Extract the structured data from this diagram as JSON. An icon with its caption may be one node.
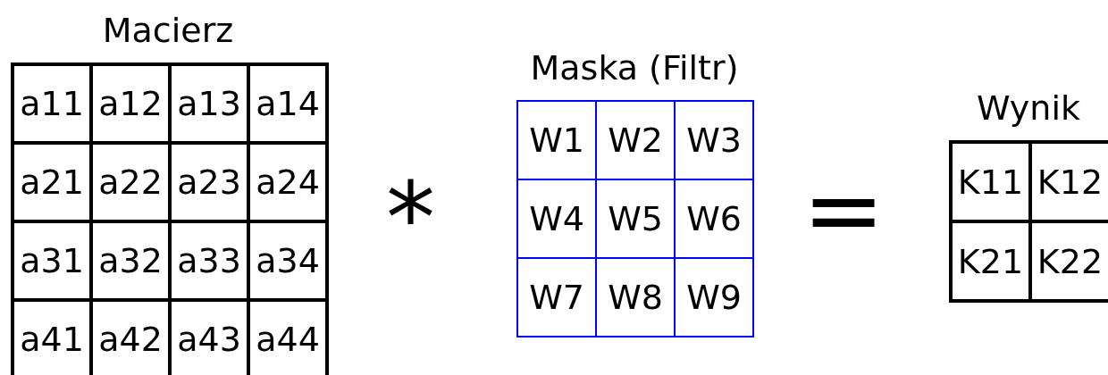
{
  "diagram": {
    "nodes": [
      {
        "text": [
          "Macierz"
        ]
      },
      {
        "text": [
          "a11"
        ],
        "in": 0
      },
      {
        "text": [
          "a12"
        ],
        "in": 0
      },
      {
        "text": [
          "a13"
        ],
        "in": 0
      },
      {
        "text": [
          "a14"
        ],
        "in": 0
      },
      {
        "text": [
          "a21"
        ],
        "in": 0
      },
      {
        "text": [
          "a22"
        ],
        "in": 0
      },
      {
        "text": [
          "a23"
        ],
        "in": 0
      },
      {
        "text": [
          "a24"
        ],
        "in": 0
      },
      {
        "text": [
          "a31"
        ],
        "in": 0
      },
      {
        "text": [
          "a32"
        ],
        "in": 0
      },
      {
        "text": [
          "a33"
        ],
        "in": 0
      },
      {
        "text": [
          "a34"
        ],
        "in": 0
      },
      {
        "text": [
          "a41"
        ],
        "in": 0
      },
      {
        "text": [
          "a42"
        ],
        "in": 0
      },
      {
        "text": [
          "a43"
        ],
        "in": 0
      },
      {
        "text": [
          "a44"
        ],
        "in": 0
      },
      {
        "text": [
          "Maska (Filtr)"
        ]
      },
      {
        "text": [
          "W1"
        ],
        "in": 17
      },
      {
        "text": [
          "W2"
        ],
        "in": 17
      },
      {
        "text": [
          "W3"
        ],
        "in": 17
      },
      {
        "text": [
          "W4"
        ],
        "in": 17
      },
      {
        "text": [
          "W5"
        ],
        "in": 17
      },
      {
        "text": [
          "W6"
        ],
        "in": 17
      },
      {
        "text": [
          "W7"
        ],
        "in": 17
      },
      {
        "text": [
          "W8"
        ],
        "in": 17
      },
      {
        "text": [
          "W9"
        ],
        "in": 17
      },
      {
        "text": [
          "Wynik"
        ]
      },
      {
        "text": [
          "K11"
        ],
        "in": 27
      },
      {
        "text": [
          "K12"
        ],
        "in": 27
      },
      {
        "text": [
          "K21"
        ],
        "in": 27
      },
      {
        "text": [
          "K22"
        ],
        "in": 27
      }
    ],
    "labels": [
      "*",
      "="
    ]
  }
}
